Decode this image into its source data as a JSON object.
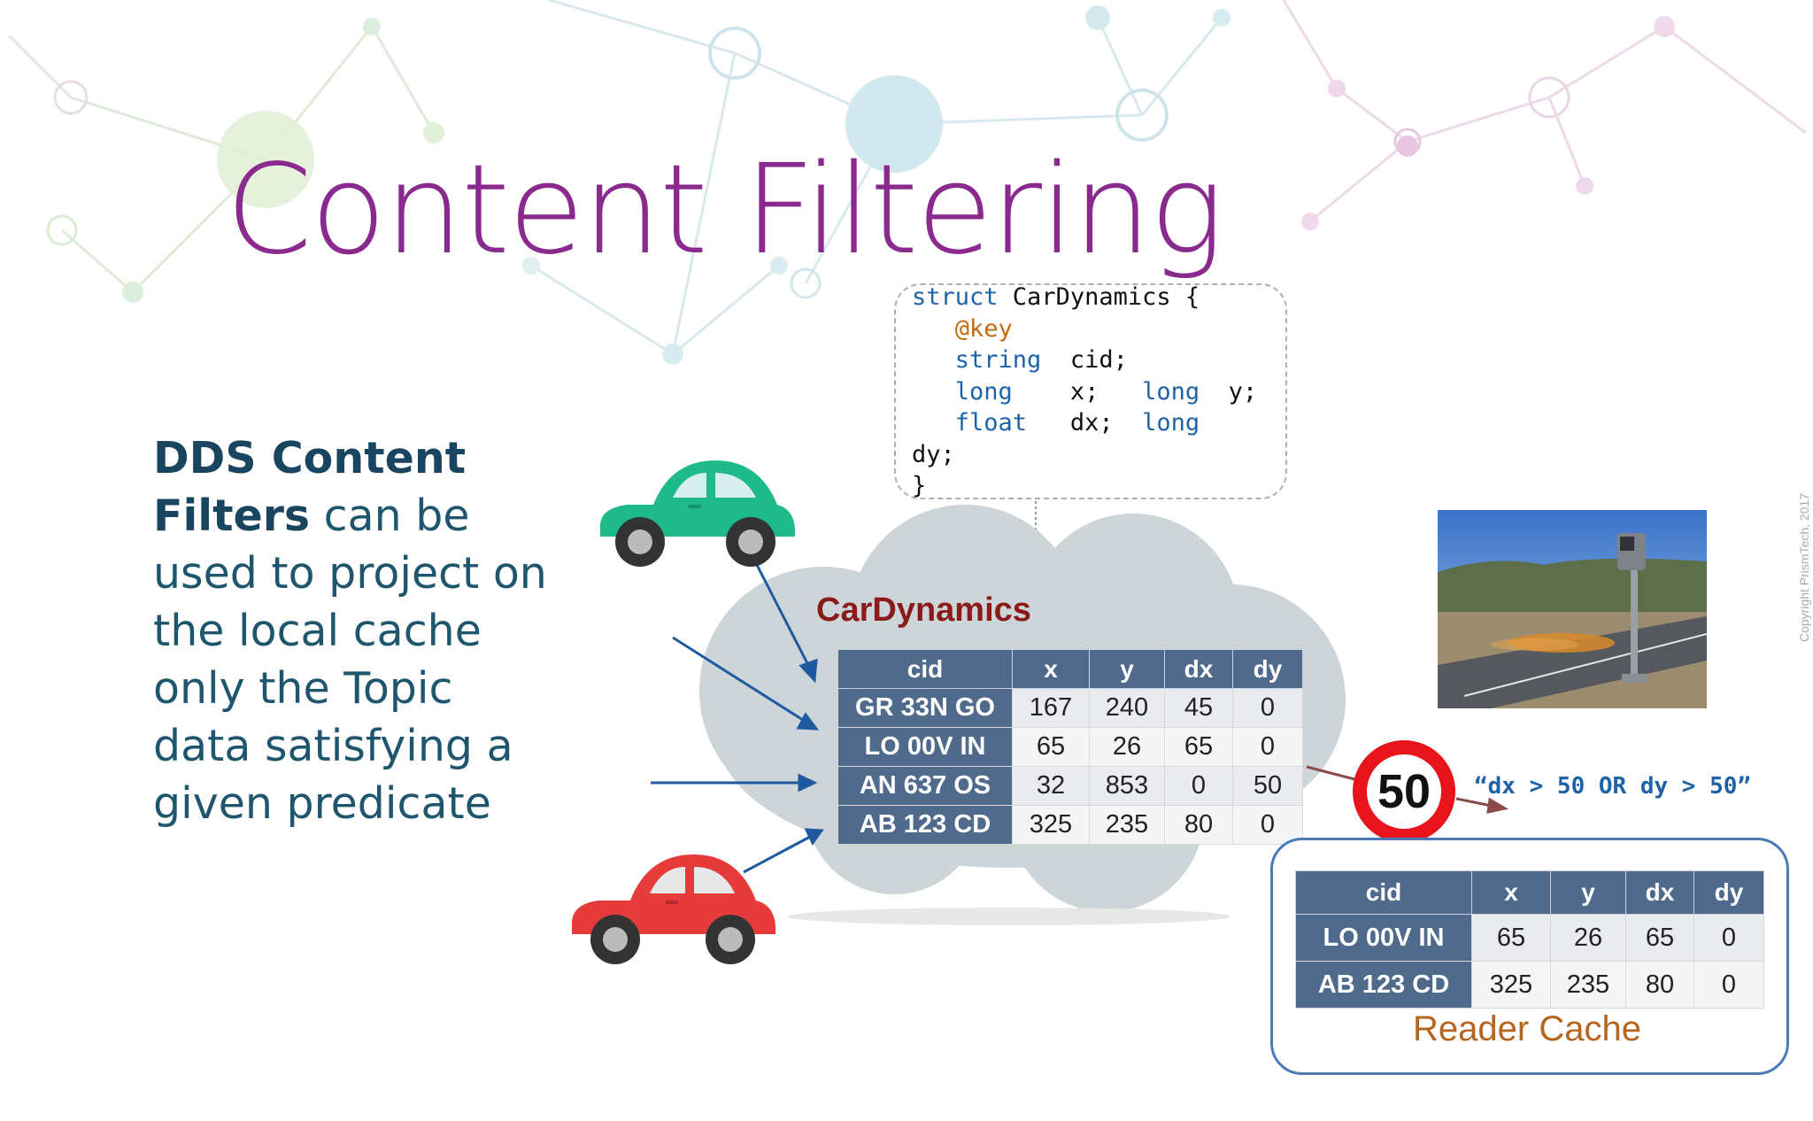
{
  "slide": {
    "title": "Content Filtering",
    "desc_bold1": "DDS Content",
    "desc_bold2": "Filters",
    "desc_rest": " can be used to project on the local cache only the Topic data satisfying a given predicate",
    "copyright": "Copyright PrismTech, 2017"
  },
  "idl": {
    "line1_kw": "struct",
    "line1_rest": " CarDynamics {",
    "line2": "@key",
    "line3_kw": "string",
    "line3_rest": "  cid;",
    "line4_kw1": "long",
    "line4_mid": "    x;   ",
    "line4_kw2": "long",
    "line4_rest": "  y;",
    "line5_kw1": "float",
    "line5_mid": "   dx;  ",
    "line5_kw2": "long",
    "line6": "dy;",
    "line7": "}"
  },
  "topic": {
    "name": "CarDynamics",
    "columns": [
      "cid",
      "x",
      "y",
      "dx",
      "dy"
    ],
    "rows": [
      [
        "GR 33N GO",
        "167",
        "240",
        "45",
        "0"
      ],
      [
        "LO 00V IN",
        "65",
        "26",
        "65",
        "0"
      ],
      [
        "AN 637 OS",
        "32",
        "853",
        "0",
        "50"
      ],
      [
        "AB 123 CD",
        "325",
        "235",
        "80",
        "0"
      ]
    ]
  },
  "filter": {
    "sign_value": "50",
    "predicate": "“dx > 50 OR dy > 50”"
  },
  "reader_cache": {
    "label": "Reader Cache",
    "columns": [
      "cid",
      "x",
      "y",
      "dx",
      "dy"
    ],
    "rows": [
      [
        "LO 00V IN",
        "65",
        "26",
        "65",
        "0"
      ],
      [
        "AB 123 CD",
        "325",
        "235",
        "80",
        "0"
      ]
    ]
  },
  "colors": {
    "title": "#8b2a8e",
    "body_text": "#1e566e",
    "table_header": "#4f6a8a",
    "cloud": "#cdd5d8",
    "keyword": "#1e62a8",
    "reader_label": "#b5651d"
  }
}
